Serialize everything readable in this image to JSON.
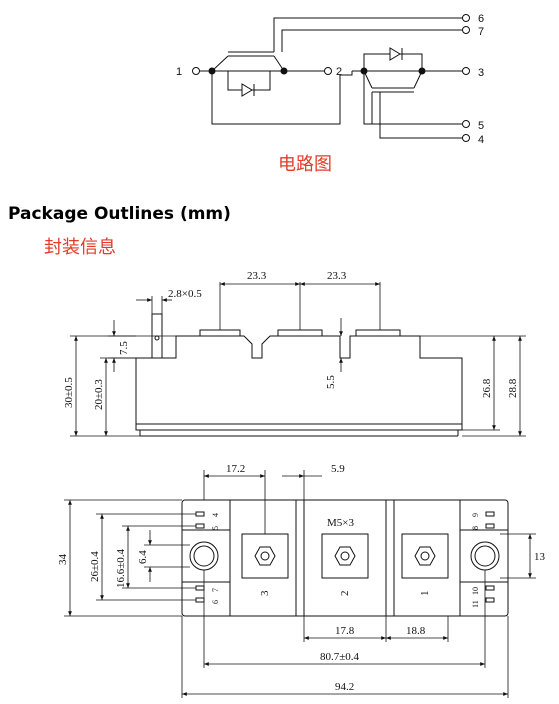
{
  "circuit": {
    "caption": "电路图",
    "pins": {
      "p1": "1",
      "p2": "2",
      "p3": "3",
      "p4": "4",
      "p5": "5",
      "p6": "6",
      "p7": "7"
    }
  },
  "package": {
    "title": "Package Outlines (mm)",
    "subtitle": "封装信息"
  },
  "side_view": {
    "dims": {
      "tab": "2.8×0.5",
      "pitch_left": "23.3",
      "pitch_right": "23.3",
      "tab_h": "7.5",
      "total_h": "30±0.5",
      "body_h": "20±0.3",
      "term_drop": "5.5",
      "h_inner": "26.8",
      "h_outer": "28.8"
    }
  },
  "top_view": {
    "dims": {
      "d_left": "17.2",
      "d_mid": "5.9",
      "thread": "M5×3",
      "w34": "34",
      "w26": "26±0.4",
      "w16": "16.6±0.4",
      "w64": "6.4",
      "w13": "13",
      "pitch1": "17.8",
      "pitch2": "18.8",
      "mount": "80.7±0.4",
      "total": "94.2"
    },
    "labels": {
      "t3": "3",
      "t2": "2",
      "t1": "1",
      "p4": "4",
      "p5": "5",
      "p7": "7",
      "p6": "6",
      "p9": "9",
      "p8": "8",
      "p10": "10",
      "p11": "11"
    }
  }
}
